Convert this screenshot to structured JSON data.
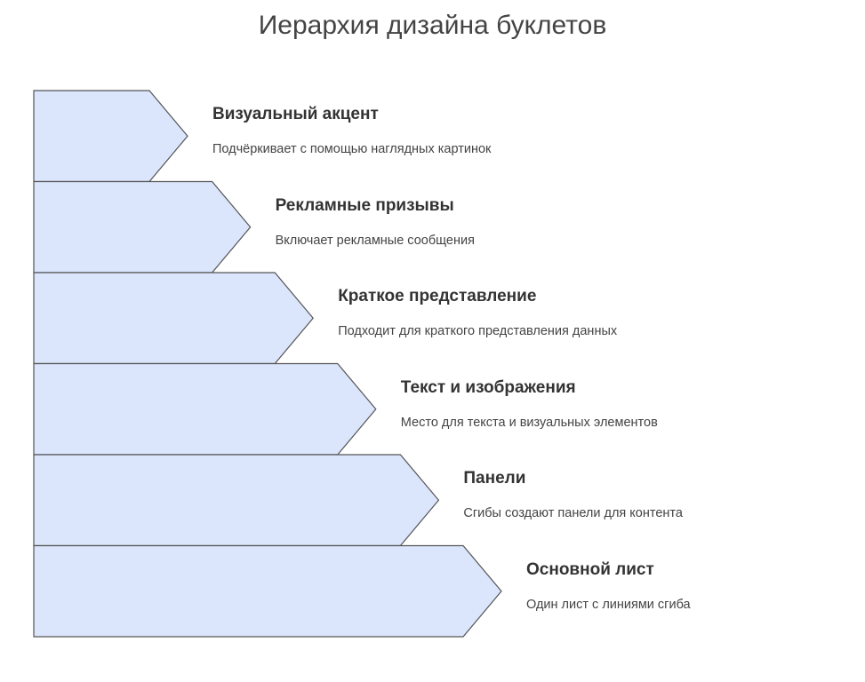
{
  "title": "Иерархия дизайна буклетов",
  "colors": {
    "fill": "#dbe6fc",
    "stroke": "#555555",
    "text": "#333333"
  },
  "levels": [
    {
      "heading": "Визуальный акцент",
      "description": "Подчёркивает с помощью наглядных картинок"
    },
    {
      "heading": "Рекламные призывы",
      "description": "Включает рекламные сообщения"
    },
    {
      "heading": "Краткое представление",
      "description": "Подходит для краткого представления данных"
    },
    {
      "heading": "Текст и изображения",
      "description": "Место для текста и визуальных элементов"
    },
    {
      "heading": "Панели",
      "description": "Сгибы создают панели для контента"
    },
    {
      "heading": "Основной лист",
      "description": "Один лист с линиями сгиба"
    }
  ]
}
